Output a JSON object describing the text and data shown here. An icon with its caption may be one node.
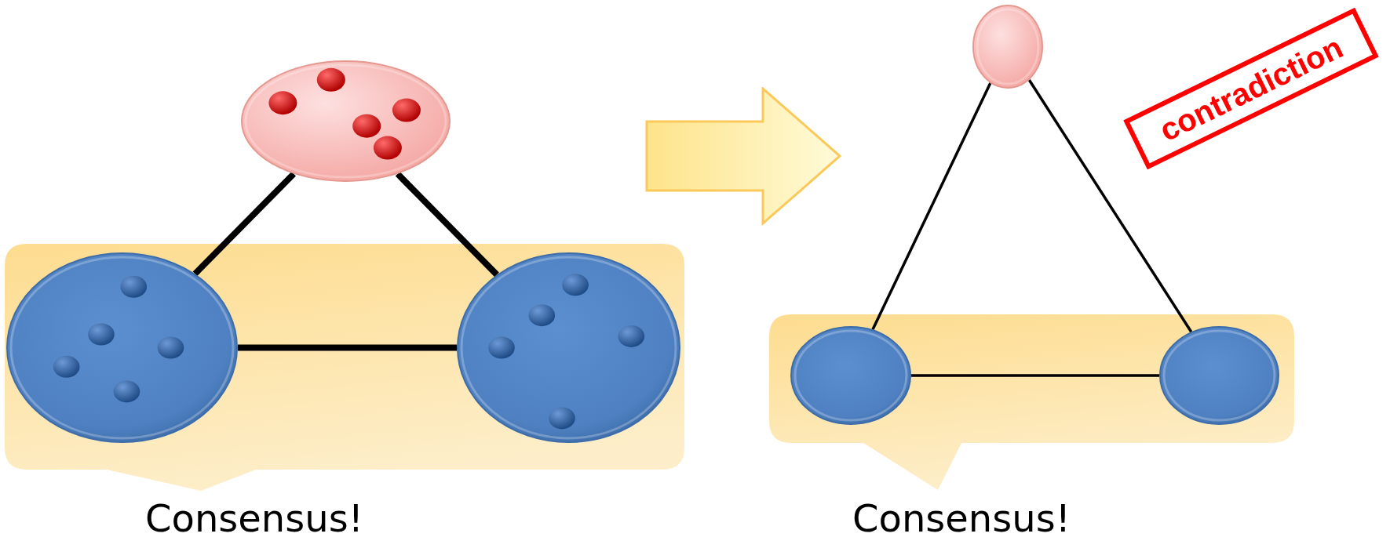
{
  "diagram": {
    "nodes": [
      {
        "text": [
          "Consensus!"
        ]
      },
      {
        "text": [],
        "shape": "circle"
      },
      {
        "text": [],
        "shape": "circle",
        "in": 0
      },
      {
        "text": [],
        "shape": "circle",
        "in": 0
      },
      {
        "text": [
          "Consensus!"
        ]
      },
      {
        "text": [],
        "shape": "circle"
      },
      {
        "text": [],
        "shape": "circle",
        "in": 4
      },
      {
        "text": [],
        "shape": "circle",
        "in": 4
      }
    ],
    "edges": [
      {
        "from": 1,
        "to": 2,
        "arrow": "none",
        "style": "thick"
      },
      {
        "from": 1,
        "to": 3,
        "arrow": "none",
        "style": "thick"
      },
      {
        "from": 2,
        "to": 3,
        "arrow": "none",
        "style": "thick"
      },
      {
        "from": 5,
        "to": 6,
        "arrow": "none"
      },
      {
        "from": 5,
        "to": 7,
        "arrow": "none"
      },
      {
        "from": 6,
        "to": 7,
        "arrow": "none"
      }
    ],
    "labels": [
      "contradiction"
    ]
  }
}
